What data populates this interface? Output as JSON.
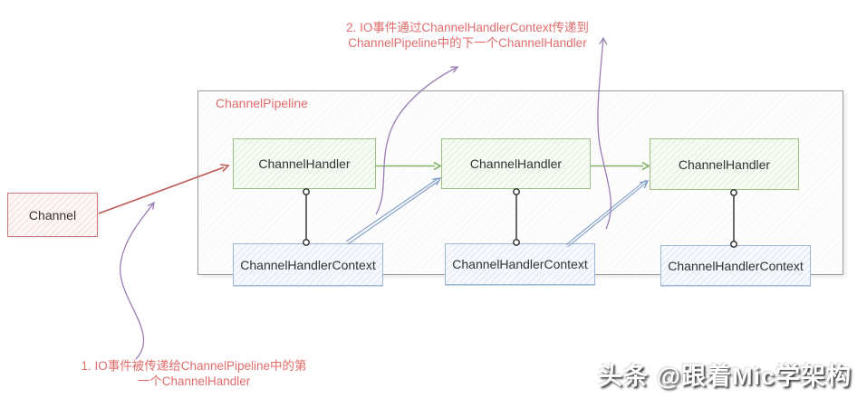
{
  "diagram": {
    "channel": {
      "label": "Channel"
    },
    "pipeline": {
      "label": "ChannelPipeline"
    },
    "handlers": [
      {
        "label": "ChannelHandler"
      },
      {
        "label": "ChannelHandler"
      },
      {
        "label": "ChannelHandler"
      }
    ],
    "contexts": [
      {
        "label": "ChannelHandlerContext"
      },
      {
        "label": "ChannelHandlerContext"
      },
      {
        "label": "ChannelHandlerContext"
      }
    ]
  },
  "annotations": {
    "step1": {
      "line1": "1. IO事件被传递给ChannelPipeline中的第",
      "line2": "一个ChannelHandler"
    },
    "step2": {
      "line1": "2. IO事件通过ChannelHandlerContext传递到",
      "line2": "ChannelPipeline中的下一个ChannelHandler"
    }
  },
  "watermark": {
    "text": "头条 @跟着Mic学架构"
  },
  "colors": {
    "annotation_red": "#e06c6c",
    "channel_border": "#cf7a76",
    "handler_border": "#9dbe85",
    "context_border": "#9fb7d4",
    "green_arrow": "#82b366",
    "blue_arrow": "#7e9cc7",
    "purple_arrow": "#9a7db3",
    "red_arrow": "#bf5a55",
    "connector_black": "#2b2b2b",
    "container_border": "#9e9e9e"
  }
}
